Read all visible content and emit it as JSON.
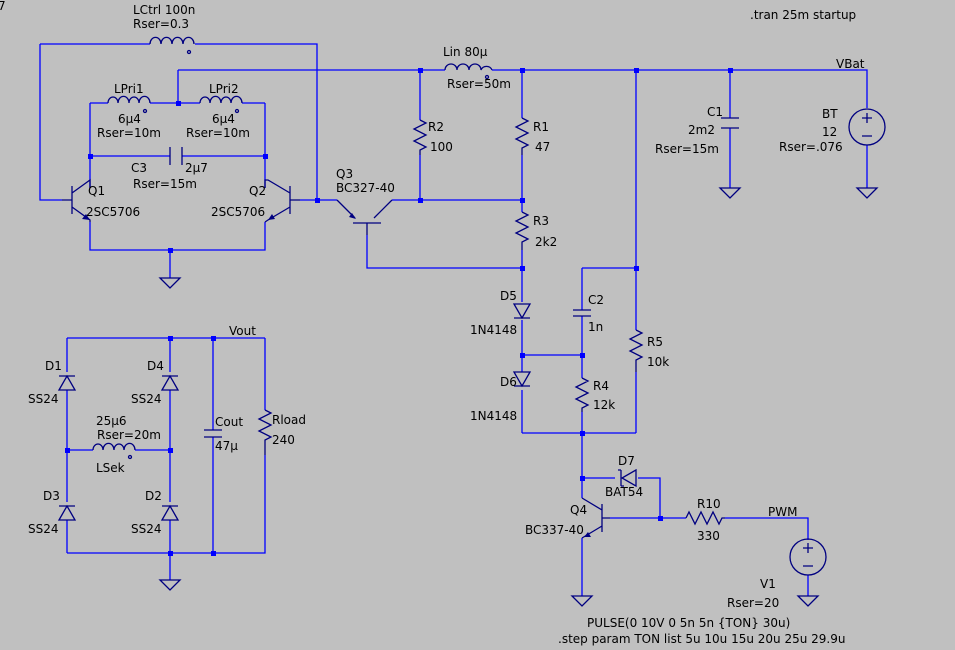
{
  "directives": {
    "tran": ".tran 25m startup",
    "pulse": "PULSE(0 10V 0 5n 5n {TON} 30u)",
    "step": ".step param TON list 5u 10u 15u 20u 25u 29.9u"
  },
  "nets": {
    "vbat": "VBat",
    "vout": "Vout",
    "pwm": "PWM"
  },
  "components": {
    "lctrl": {
      "name": "LCtrl 100n",
      "rser": "Rser=0.3"
    },
    "lin": {
      "name": "Lin 80µ",
      "rser": "Rser=50m"
    },
    "lpri1": {
      "name": "LPri1",
      "value": "6µ4",
      "rser": "Rser=10m"
    },
    "lpri2": {
      "name": "LPri2",
      "value": "6µ4",
      "rser": "Rser=10m"
    },
    "c3": {
      "name": "C3",
      "value": "2µ7",
      "rser": "Rser=15m"
    },
    "q1": {
      "name": "Q1",
      "model": "2SC5706"
    },
    "q2": {
      "name": "Q2",
      "model": "2SC5706"
    },
    "q3": {
      "name": "Q3",
      "model": "BC327-40"
    },
    "q4": {
      "name": "Q4",
      "model": "BC337-40"
    },
    "r1": {
      "name": "R1",
      "value": "47"
    },
    "r2": {
      "name": "R2",
      "value": "100"
    },
    "r3": {
      "name": "R3",
      "value": "2k2"
    },
    "r4": {
      "name": "R4",
      "value": "12k"
    },
    "r5": {
      "name": "R5",
      "value": "10k"
    },
    "r10": {
      "name": "R10",
      "value": "330"
    },
    "rload": {
      "name": "Rload",
      "value": "240"
    },
    "c1": {
      "name": "C1",
      "value": "2m2",
      "rser": "Rser=15m"
    },
    "c2": {
      "name": "C2",
      "value": "1n"
    },
    "cout": {
      "name": "Cout",
      "value": "47µ"
    },
    "bt": {
      "name": "BT",
      "value": "12",
      "rser": "Rser=.076"
    },
    "v1": {
      "name": "V1",
      "rser": "Rser=20"
    },
    "d1": {
      "name": "D1",
      "model": "SS24"
    },
    "d2": {
      "name": "D2",
      "model": "SS24"
    },
    "d3": {
      "name": "D3",
      "model": "SS24"
    },
    "d4": {
      "name": "D4",
      "model": "SS24"
    },
    "d5": {
      "name": "D5",
      "model": "1N4148"
    },
    "d6": {
      "name": "D6",
      "model": "1N4148"
    },
    "d7": {
      "name": "D7",
      "model": "BAT54"
    },
    "lsek": {
      "name": "LSek",
      "value": "25µ6",
      "rser": "Rser=20m"
    }
  }
}
